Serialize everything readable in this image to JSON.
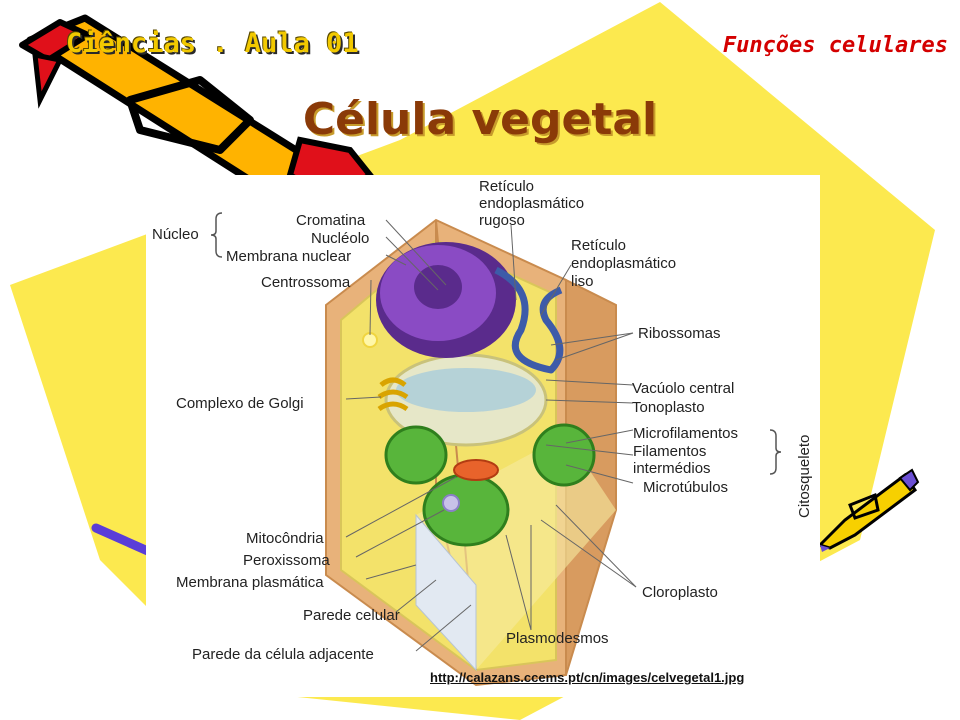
{
  "header": {
    "course": "Ciências . Aula 01",
    "topic": "Funções celulares"
  },
  "title": "Célula vegetal",
  "labels": {
    "nucleo": "Núcleo",
    "cromatina": "Cromatina",
    "nucleolo": "Nucléolo",
    "membrana_nuclear": "Membrana nuclear",
    "centrossoma": "Centrossoma",
    "rer_1": "Retículo",
    "rer_2": "endoplasmático",
    "rer_3": "rugoso",
    "rel_1": "Retículo",
    "rel_2": "endoplasmático",
    "rel_3": "liso",
    "ribossomas": "Ribossomas",
    "vacuolo_central": "Vacúolo central",
    "tonoplasto": "Tonoplasto",
    "complexo_golgi": "Complexo de Golgi",
    "microfilamentos": "Microfilamentos",
    "filamentos_1": "Filamentos",
    "filamentos_2": "intermédios",
    "microtubulos": "Microtúbulos",
    "citosqueleto": "Citosqueleto",
    "mitocondria": "Mitocôndria",
    "peroxissoma": "Peroxissoma",
    "membrana_plasmatica": "Membrana plasmática",
    "parede_celular": "Parede celular",
    "parede_adjacente": "Parede da célula adjacente",
    "cloroplasto": "Cloroplasto",
    "plasmodesmos": "Plasmodesmos"
  },
  "source_url": "http://calazans.ccems.pt/cn/images/celvegetal1.jpg",
  "colors": {
    "background_shape": "#fce94f",
    "header_course": "#f2c900",
    "header_topic": "#d40000",
    "title": "#8a3a08",
    "pencil_body": "#ffb300",
    "pencil_outline": "#000000",
    "pencil_eraser": "#e0101a",
    "wall": "#e8b27a",
    "nucleus": "#8a4bc4",
    "vacuole": "#e6e7c8",
    "chloroplast": "#58b53b"
  }
}
